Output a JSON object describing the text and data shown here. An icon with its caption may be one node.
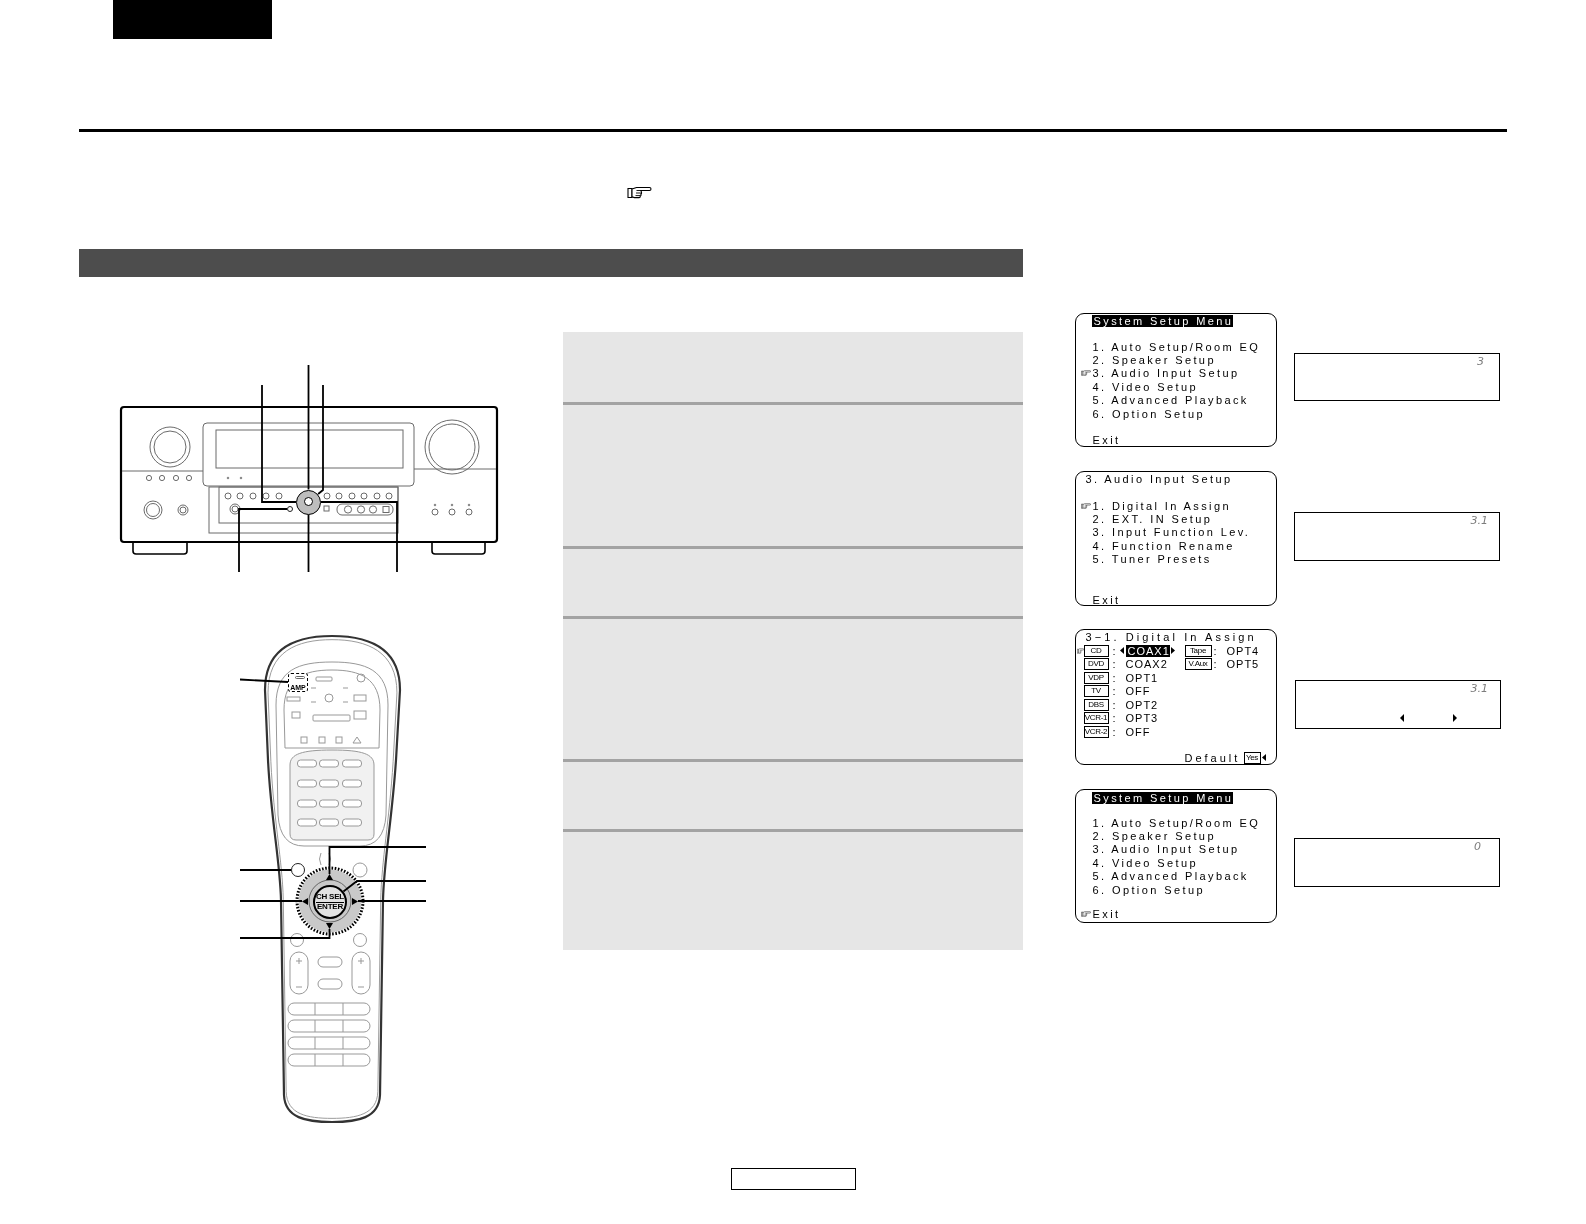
{
  "diagram": {
    "nodes": [
      {
        "text": [],
        "shape": "bar"
      },
      {
        "text": [
          "System Setup Menu",
          "1. Auto Setup/Room EQ",
          "2. Speaker Setup",
          "3. Audio Input Setup",
          "4. Video Setup",
          "5. Advanced Playback",
          "6. Option Setup",
          "Exit"
        ]
      },
      {
        "text": [
          "3"
        ]
      },
      {
        "text": [
          "3. Audio Input Setup",
          "1. Digital In Assign",
          "2. EXT. IN Setup",
          "3. Input Function Lev.",
          "4. Function Rename",
          "5. Tuner Presets",
          "Exit"
        ]
      },
      {
        "text": [
          "3.1"
        ]
      },
      {
        "text": [
          "3−1. Digital In Assign",
          "CD",
          ":",
          "COAX1",
          "Tape",
          ":",
          "OPT4",
          "DVD",
          ":",
          "COAX2",
          "V.Aux",
          ":",
          "OPT5",
          "VDP",
          ":",
          "OPT1",
          "TV",
          ":",
          "OFF",
          "DBS",
          ":",
          "OPT2",
          "VCR-1",
          ":",
          "OPT3",
          "VCR-2",
          ":",
          "OFF",
          "Default",
          "Yes"
        ]
      },
      {
        "text": [
          "3.1"
        ]
      },
      {
        "text": [
          "System Setup Menu",
          "1. Auto Setup/Room EQ",
          "2. Speaker Setup",
          "3. Audio Input Setup",
          "4. Video Setup",
          "5. Advanced Playback",
          "6. Option Setup",
          "Exit"
        ]
      },
      {
        "text": [
          "0"
        ]
      },
      {
        "text": [],
        "shape": "circle"
      },
      {
        "text": [],
        "shape": "circle"
      },
      {
        "text": [
          "AMP"
        ]
      },
      {
        "text": [],
        "shape": "triangle"
      },
      {
        "text": [
          "CH SEL",
          "ENTER"
        ]
      },
      {
        "text": [],
        "shape": "triangle"
      },
      {
        "text": [],
        "shape": "circle"
      },
      {
        "text": [],
        "shape": "triangle"
      },
      {
        "text": [],
        "shape": "triangle"
      }
    ],
    "edges": [
      {
        "from": null,
        "to": 9,
        "arrow": "none"
      },
      {
        "from": null,
        "to": 9,
        "arrow": "none"
      },
      {
        "from": null,
        "to": 9,
        "arrow": "none"
      },
      {
        "from": null,
        "to": 10,
        "arrow": "none"
      },
      {
        "from": null,
        "to": 9,
        "arrow": "none"
      },
      {
        "from": null,
        "to": 9,
        "arrow": "none"
      },
      {
        "from": null,
        "to": 11,
        "arrow": "none"
      },
      {
        "from": null,
        "to": 15,
        "arrow": "none"
      },
      {
        "from": null,
        "to": 16,
        "arrow": "none"
      },
      {
        "from": null,
        "to": 17,
        "arrow": "none"
      },
      {
        "from": null,
        "to": 12,
        "arrow": "none"
      },
      {
        "from": null,
        "to": 13,
        "arrow": "none"
      },
      {
        "from": null,
        "to": 14,
        "arrow": "none"
      }
    ]
  }
}
